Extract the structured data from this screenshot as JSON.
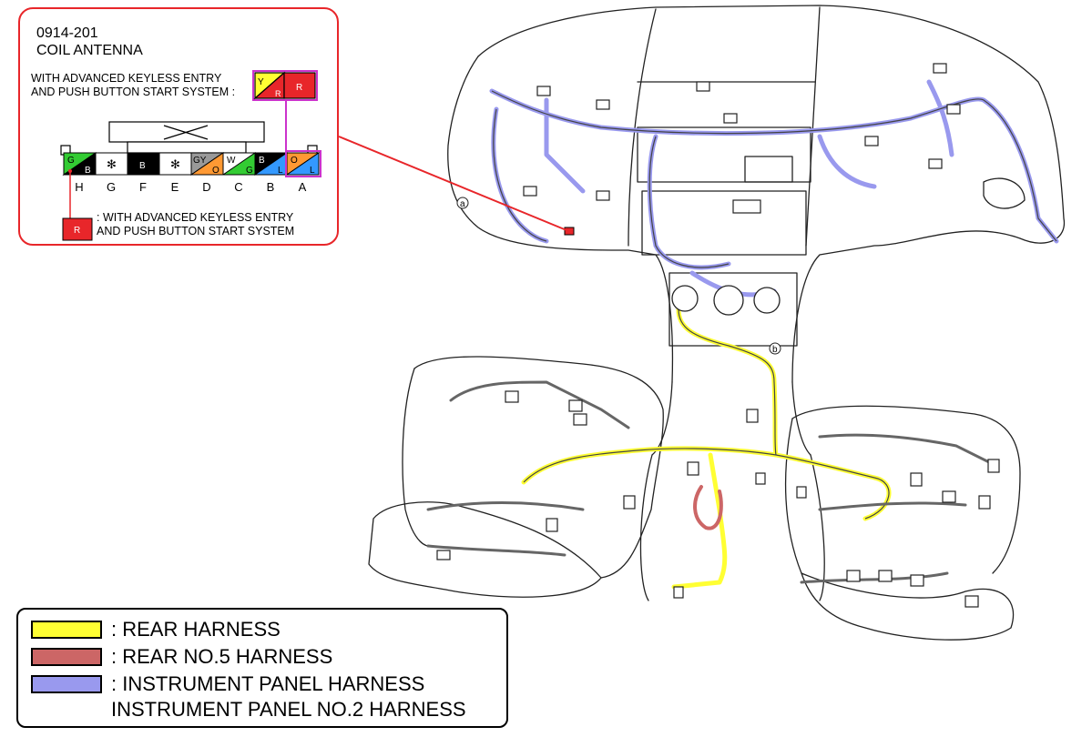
{
  "callout": {
    "part_code": "0914-201",
    "part_name": "COIL ANTENNA",
    "note_top_line1": "WITH ADVANCED KEYLESS ENTRY",
    "note_top_line2": "AND PUSH BUTTON START SYSTEM :",
    "note_bottom_line1": ": WITH ADVANCED KEYLESS ENTRY",
    "note_bottom_line2": "AND PUSH BUTTON START SYSTEM",
    "top_connector": {
      "left_code": "Y",
      "left_sub": "R",
      "right_code": "R"
    },
    "pins": [
      {
        "letter": "H",
        "top": "G",
        "bottom": "B"
      },
      {
        "letter": "G",
        "top": "✻",
        "bottom": ""
      },
      {
        "letter": "F",
        "top": "B",
        "bottom": ""
      },
      {
        "letter": "E",
        "top": "✻",
        "bottom": ""
      },
      {
        "letter": "D",
        "top": "GY",
        "bottom": "O"
      },
      {
        "letter": "C",
        "top": "W",
        "bottom": "G"
      },
      {
        "letter": "B",
        "top": "B",
        "bottom": "L"
      },
      {
        "letter": "A",
        "top": "O",
        "bottom": "L"
      }
    ],
    "small_box_label": "R"
  },
  "legend": {
    "items": [
      {
        "label": ": REAR HARNESS",
        "color": "#ffff33"
      },
      {
        "label": ": REAR NO.5 HARNESS",
        "color": "#cc6666"
      },
      {
        "label": ": INSTRUMENT PANEL HARNESS",
        "color": "#9999ee"
      },
      {
        "label": "INSTRUMENT PANEL NO.2 HARNESS",
        "color": ""
      }
    ]
  },
  "markers": {
    "a": "a",
    "b": "b"
  },
  "colors": {
    "callout_border": "#e8262a",
    "rear_harness": "#ffff33",
    "rear_no5_harness": "#cc6666",
    "instrument_panel_harness": "#9999ee",
    "callout_magenta": "#cc33cc"
  }
}
